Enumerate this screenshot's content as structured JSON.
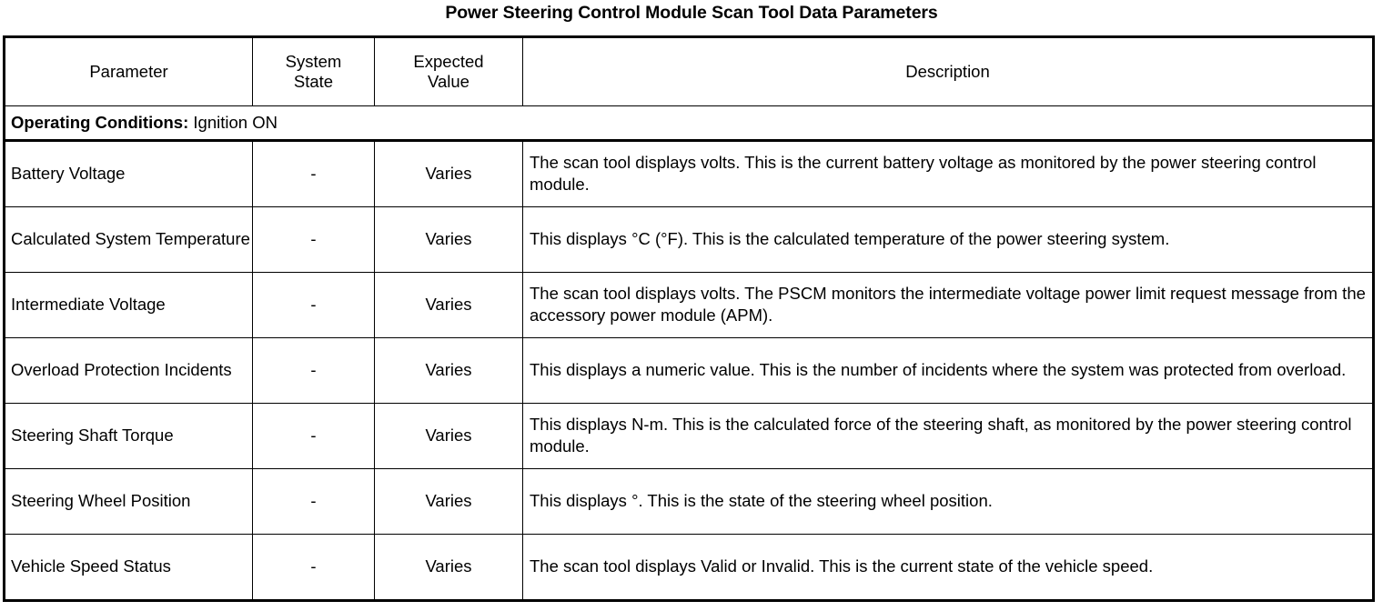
{
  "document": {
    "title": "Power Steering Control Module Scan Tool Data Parameters"
  },
  "table": {
    "headers": {
      "parameter": "Parameter",
      "system_state_line1": "System",
      "system_state_line2": "State",
      "expected_value_line1": "Expected",
      "expected_value_line2": "Value",
      "description": "Description"
    },
    "operating_conditions": {
      "label": "Operating Conditions:",
      "value": "Ignition ON"
    },
    "rows": [
      {
        "parameter": "Battery Voltage",
        "system_state": "-",
        "expected_value": "Varies",
        "description": "The scan tool displays volts. This is the current battery voltage as monitored by the power steering control module."
      },
      {
        "parameter": "Calculated System Temperature",
        "system_state": "-",
        "expected_value": "Varies",
        "description": "This displays °C (°F). This is the calculated temperature of the power steering system."
      },
      {
        "parameter": "Intermediate Voltage",
        "system_state": "-",
        "expected_value": "Varies",
        "description": "The scan tool displays volts. The PSCM monitors the intermediate voltage power limit request message from the accessory power module (APM)."
      },
      {
        "parameter": "Overload Protection Incidents",
        "system_state": "-",
        "expected_value": "Varies",
        "description": "This displays a numeric value. This is the number of incidents where the system was protected from overload."
      },
      {
        "parameter": "Steering Shaft Torque",
        "system_state": "-",
        "expected_value": "Varies",
        "description": "This displays N-m. This is the calculated force of the steering shaft, as monitored by the power steering control module."
      },
      {
        "parameter": "Steering Wheel Position",
        "system_state": "-",
        "expected_value": "Varies",
        "description": "This displays °. This is the state of the steering wheel position."
      },
      {
        "parameter": "Vehicle Speed Status",
        "system_state": "-",
        "expected_value": "Varies",
        "description": "The scan tool displays Valid or Invalid. This is the current state of the vehicle speed."
      }
    ]
  },
  "colors": {
    "text": "#000000",
    "background": "#ffffff",
    "border": "#000000"
  }
}
